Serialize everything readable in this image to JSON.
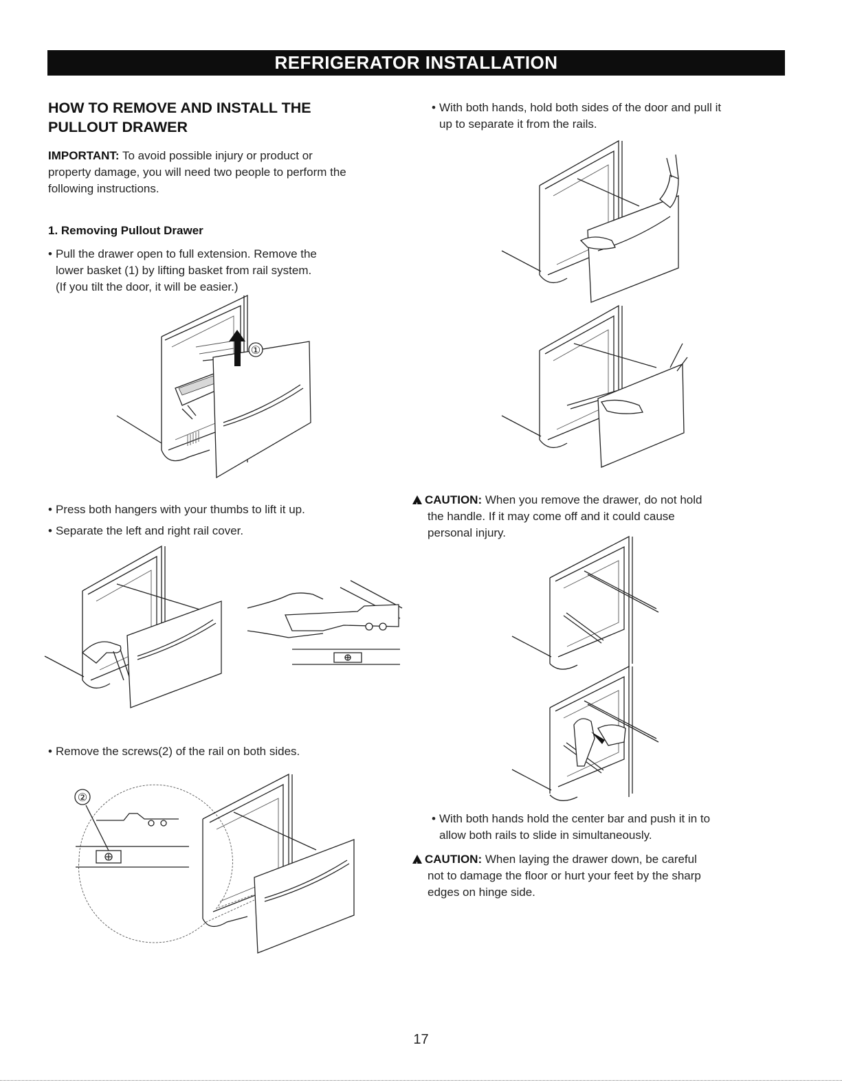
{
  "banner": "REFRIGERATOR INSTALLATION",
  "heading": {
    "line1": "HOW TO REMOVE AND INSTALL THE",
    "line2": "PULLOUT DRAWER"
  },
  "important": {
    "label": "IMPORTANT:",
    "line1": " To avoid possible injury or product or",
    "line2": "property damage, you will need two people to perform the",
    "line3": "following instructions."
  },
  "step1": {
    "title": "1. Removing Pullout Drawer"
  },
  "left_bullets": {
    "pull": {
      "line1": "Pull the drawer open to full extension. Remove the",
      "line2": "lower basket (1) by lifting basket from rail system.",
      "line3": "(If you tilt the door, it will be easier.)"
    },
    "press": "Press both hangers with your thumbs to lift it up.",
    "separate": "Separate the left and right rail cover.",
    "screws": "Remove the screws(2) of the rail on both sides."
  },
  "right_bullets": {
    "hold": {
      "line1": "With both hands, hold both sides of the door and pull it",
      "line2": "up to separate it from the rails."
    },
    "push": {
      "line1": "With both hands hold the center bar and push it in to",
      "line2": "allow both rails to slide in simultaneously."
    }
  },
  "caution1": {
    "label": "CAUTION:",
    "line1": " When you remove the drawer, do not hold",
    "line2": "the handle. If it may come off and it could cause",
    "line3": "personal injury."
  },
  "caution2": {
    "label": "CAUTION:",
    "line1": " When laying the drawer down, be careful",
    "line2": "not to damage the floor or hurt your feet by the sharp",
    "line3": "edges on hinge side."
  },
  "figure_labels": {
    "basket": "①",
    "screw": "②"
  },
  "page_number": "17"
}
